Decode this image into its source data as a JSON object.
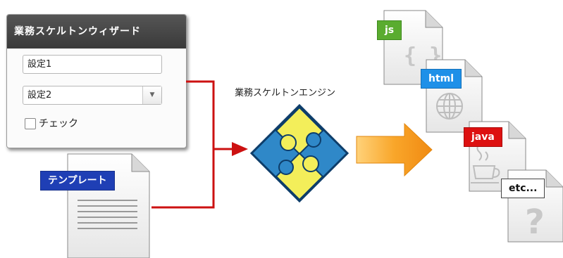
{
  "wizard": {
    "title": "業務スケルトンウィザード",
    "setting1_value": "設定1",
    "setting2_value": "設定2",
    "check_label": "チェック"
  },
  "template": {
    "label": "テンプレート"
  },
  "engine": {
    "label": "業務スケルトンエンジン"
  },
  "outputs": [
    {
      "label": "js",
      "color": "#5aac2f",
      "icon": "braces-icon"
    },
    {
      "label": "html",
      "color": "#1e90e8",
      "icon": "globe-icon"
    },
    {
      "label": "java",
      "color": "#dd1111",
      "icon": "java-cup-icon"
    },
    {
      "label": "etc...",
      "color": "#ffffff",
      "icon": "question-mark-icon"
    }
  ],
  "colors": {
    "connector": "#cc1111",
    "arrow": "#f59a1c",
    "template_tab": "#1f3fb5",
    "puzzle_blue": "#2f88c8",
    "puzzle_yellow": "#f3ee5a"
  }
}
